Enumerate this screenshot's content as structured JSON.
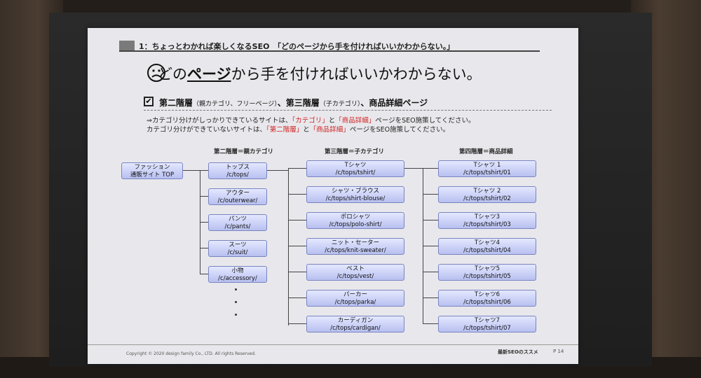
{
  "header": {
    "section_title": "1：ちょっとわかれば楽しくなるSEO　「どのページから手を付ければいいかわからない。」"
  },
  "slide": {
    "title_pre": "どの",
    "title_hl": "ページ",
    "title_post": "から手を付ければいいかわからない。",
    "checkbox_mark": "✔",
    "subtitle_a": "第二階層",
    "subtitle_a_note": "（親カテゴリ、フリーページ）",
    "subtitle_b": "、第三階層",
    "subtitle_b_note": "（子カテゴリ）",
    "subtitle_c": "、商品詳細ページ",
    "note1_pre": "⇒カテゴリ分けがしっかりできているサイトは、",
    "note1_r1": "「カテゴリ」",
    "note1_mid": "と",
    "note1_r2": "「商品詳細」",
    "note1_post": "ページをSEO施策してください。",
    "note2_pre": "カテゴリ分けができていないサイトは、",
    "note2_r1": "「第二階層」",
    "note2_mid": "と",
    "note2_r2": "「商品詳細」",
    "note2_post": "ページをSEO施策してください。"
  },
  "columns": {
    "col2": "第二階層＝親カテゴリ",
    "col3": "第三階層＝子カテゴリ",
    "col4": "第四階層＝商品詳細"
  },
  "root": {
    "line1": "ファッション",
    "line2": "通販サイト TOP"
  },
  "level2": [
    {
      "name": "トップス",
      "path": "/c/tops/"
    },
    {
      "name": "アウター",
      "path": "/c/outerwear/"
    },
    {
      "name": "パンツ",
      "path": "/c/pants/"
    },
    {
      "name": "スーツ",
      "path": "/c/suit/"
    },
    {
      "name": "小物",
      "path": "/c/accessory/"
    }
  ],
  "level3": [
    {
      "name": "Tシャツ",
      "path": "/c/tops/tshirt/"
    },
    {
      "name": "シャツ・ブラウス",
      "path": "/c/tops/shirt-blouse/"
    },
    {
      "name": "ポロシャツ",
      "path": "/c/tops/polo-shirt/"
    },
    {
      "name": "ニット・セーター",
      "path": "/c/tops/knit-sweater/"
    },
    {
      "name": "ベスト",
      "path": "/c/tops/vest/"
    },
    {
      "name": "パーカー",
      "path": "/c/tops/parka/"
    },
    {
      "name": "カーディガン",
      "path": "/c/tops/cardigan/"
    }
  ],
  "level4": [
    {
      "name": "Tシャツ 1",
      "path": "/c/tops/tshirt/01"
    },
    {
      "name": "Tシャツ 2",
      "path": "/c/tops/tshirt/02"
    },
    {
      "name": "Tシャツ3",
      "path": "/c/tops/tshirt/03"
    },
    {
      "name": "Tシャツ4",
      "path": "/c/tops/tshirt/04"
    },
    {
      "name": "Tシャツ5",
      "path": "/c/tops/tshirt/05"
    },
    {
      "name": "Tシャツ6",
      "path": "/c/tops/tshirt/06"
    },
    {
      "name": "Tシャツ7",
      "path": "/c/tops/tshirt/07"
    }
  ],
  "footer": {
    "copyright": "Copyright © 2020 design family Co., LTD. All rights Reserved.",
    "brand": "最新SEOのススメ",
    "page": "P 14"
  },
  "colors": {
    "box_top": "#e4e8ff",
    "box_bottom": "#b8c0f0",
    "box_border": "#7a84c0",
    "highlight": "#d02020"
  }
}
